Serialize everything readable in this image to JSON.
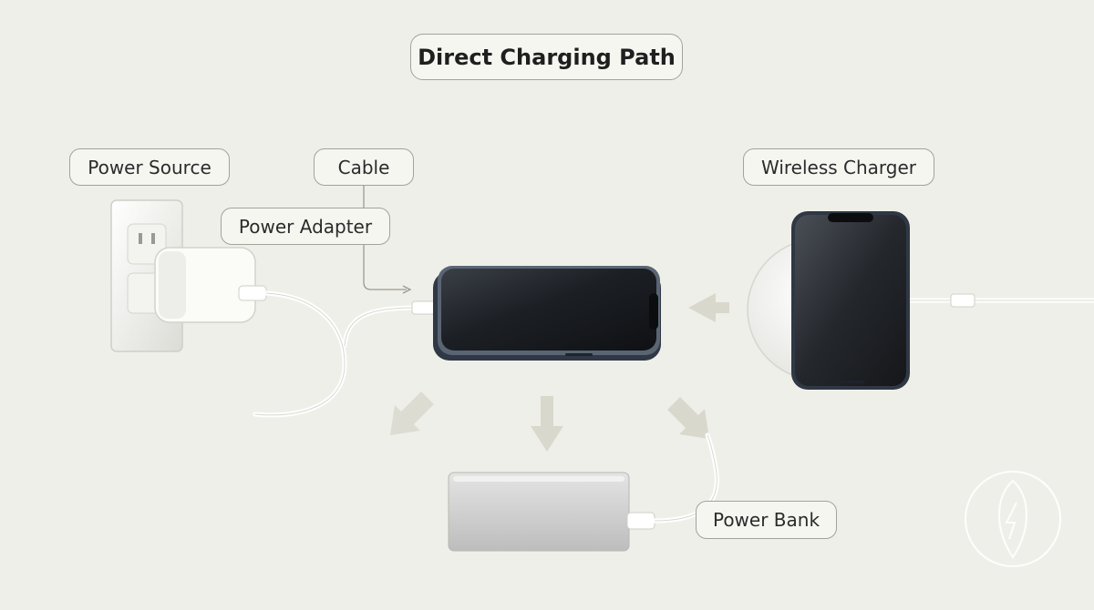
{
  "diagram": {
    "title": "Direct Charging Path",
    "labels": {
      "power_source": "Power Source",
      "cable": "Cable",
      "power_adapter": "Power Adapter",
      "wireless_charger": "Wireless Charger",
      "power_bank": "Power Bank"
    }
  },
  "colors": {
    "background": "#efefe9",
    "label_border": "#a3a39c",
    "arrow": "#d9d8cd",
    "phone_screen": "#1c1f24",
    "phone_frame": "#2f3844",
    "cable": "#ffffff",
    "power_bank": "#d2d2d2"
  }
}
